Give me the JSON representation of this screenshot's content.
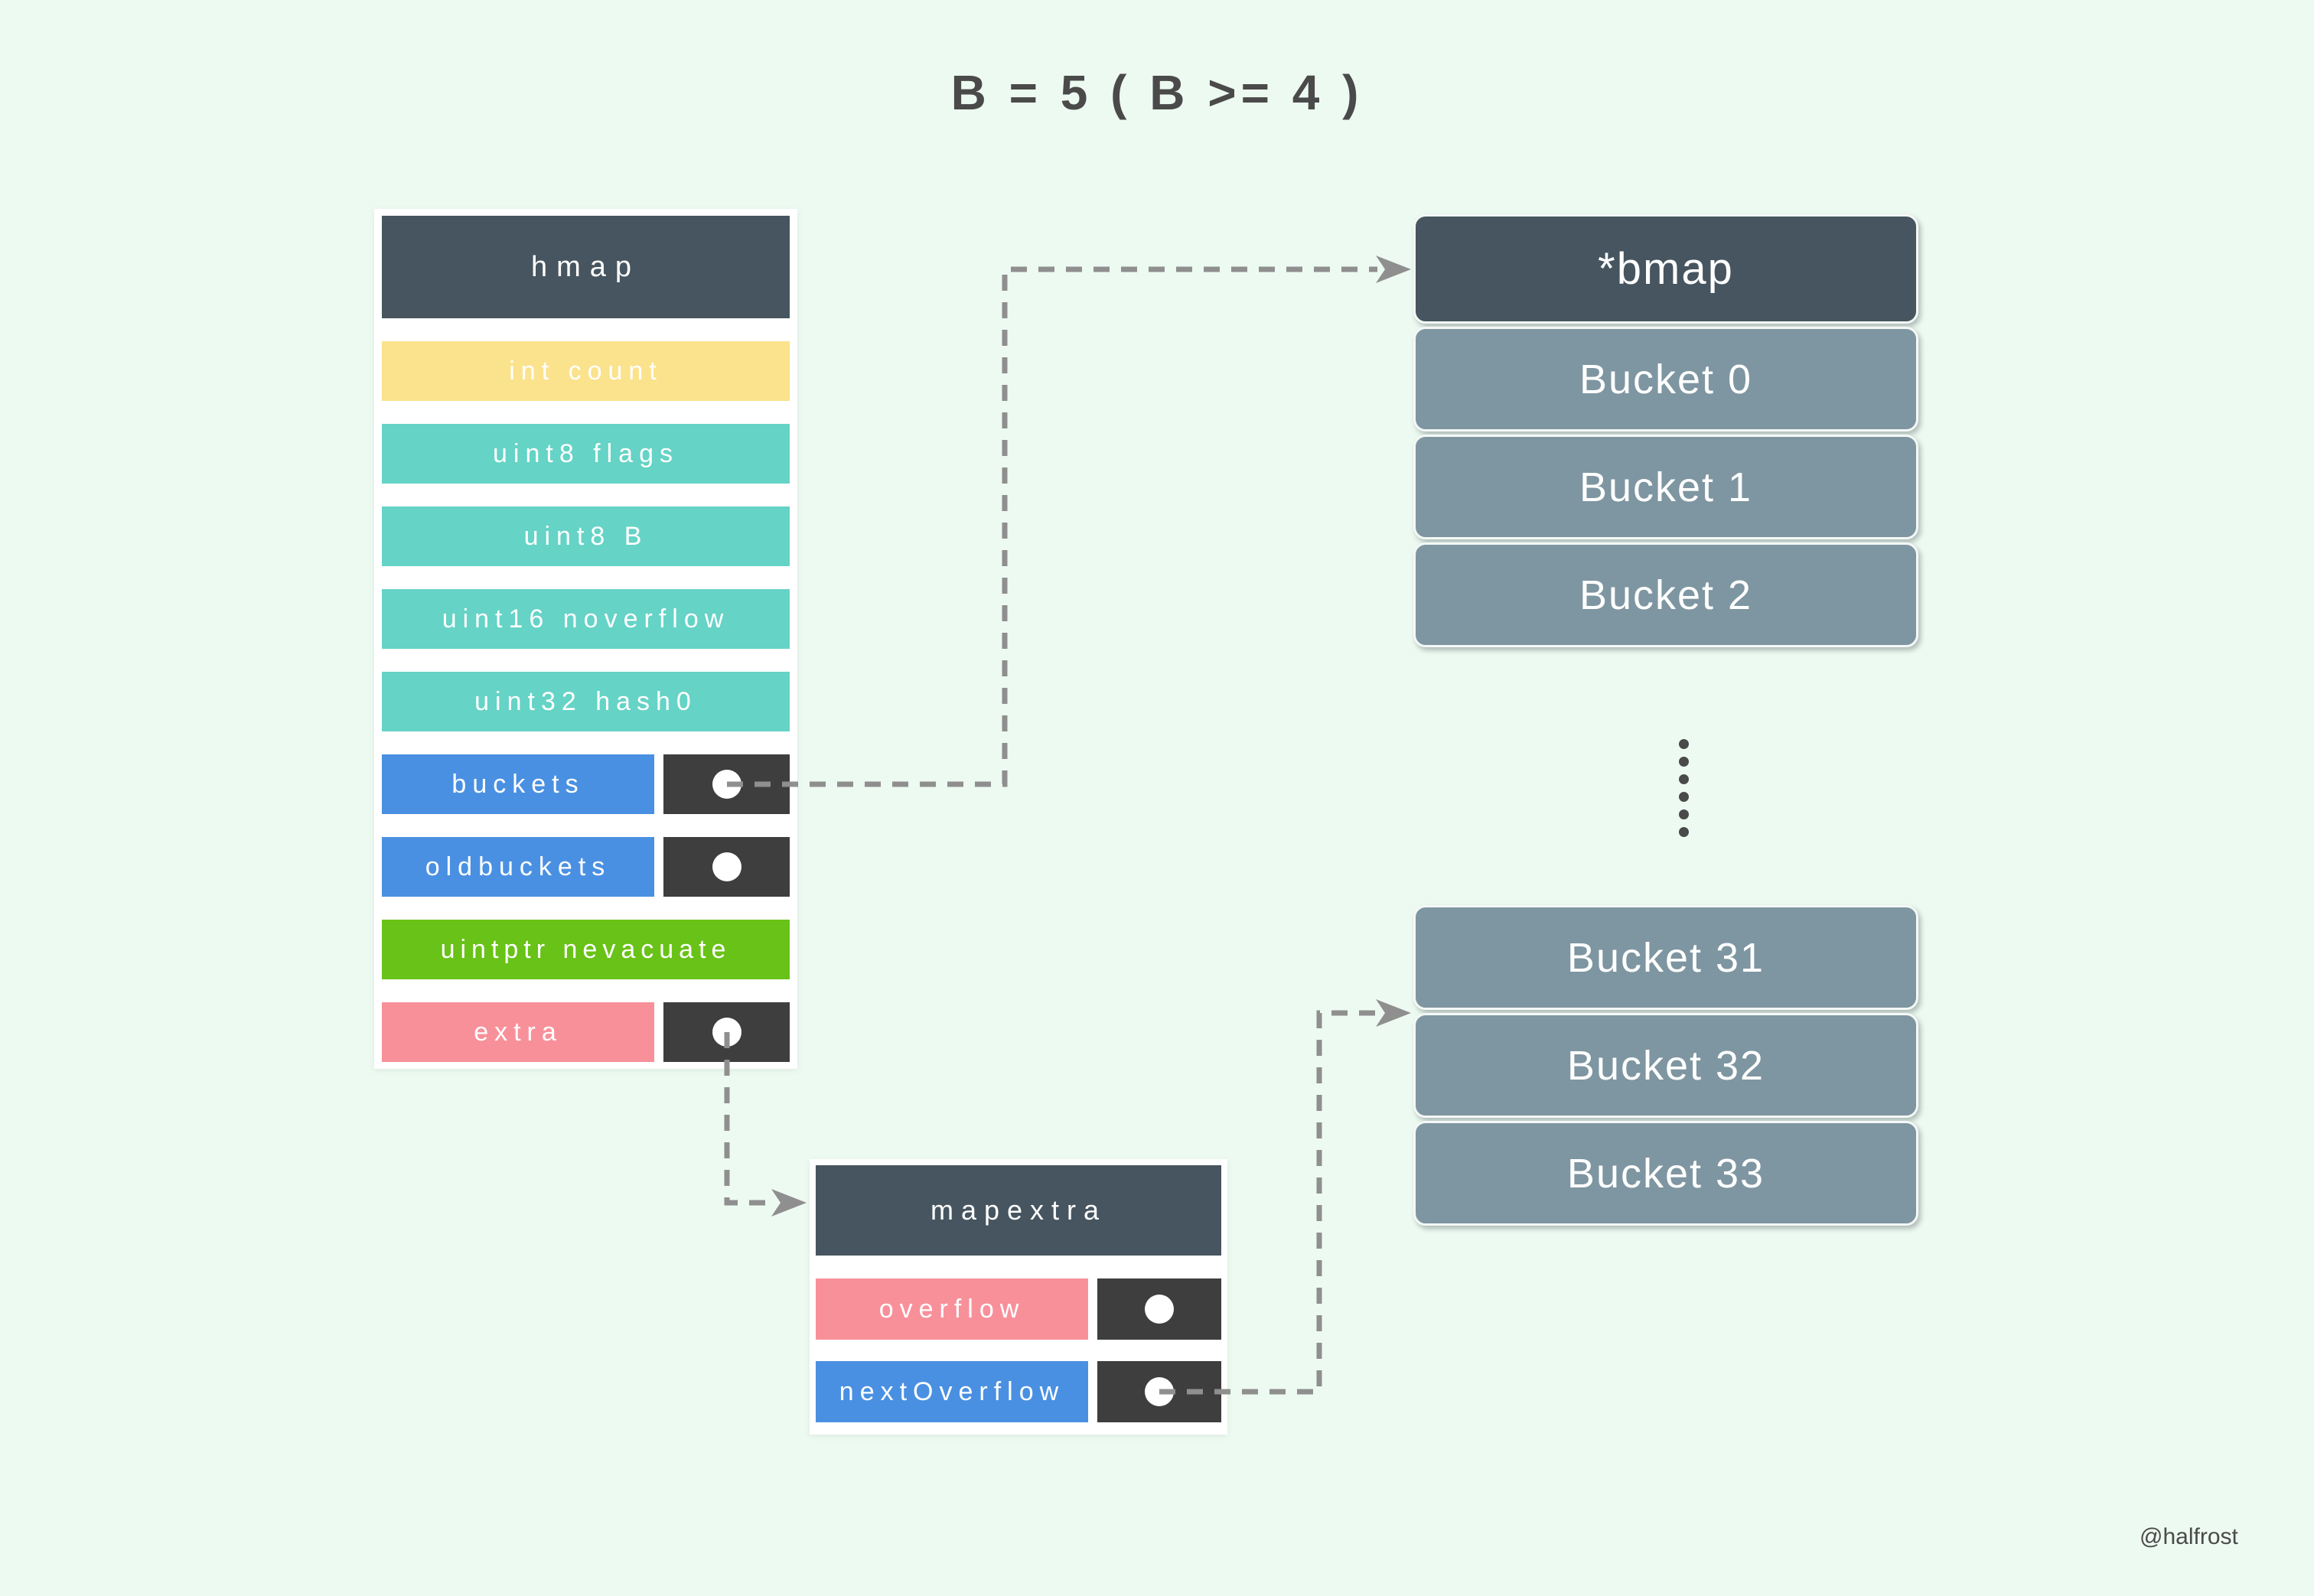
{
  "title": {
    "text": "B = 5 ( B >= 4 )"
  },
  "watermark": {
    "text": "@halfrost"
  },
  "palette": {
    "background": "#edfaf1",
    "panel": "#ffffff",
    "header_dark": "#46555f",
    "yellow": "#fbe28c",
    "teal": "#65d3c6",
    "blue": "#4a90e2",
    "green": "#68c217",
    "pink": "#f8909a",
    "pointer_cell": "#3e3e3e",
    "bucket_gray": "#7e96a1",
    "arrow": "#8f8f8f",
    "text_dark": "#4a4a4a",
    "text_light": "#ffffff"
  },
  "hmap": {
    "header": "hmap",
    "fields": [
      {
        "label": "int count",
        "color": "#fbe28c",
        "has_pointer": false
      },
      {
        "label": "uint8 flags",
        "color": "#65d3c6",
        "has_pointer": false
      },
      {
        "label": "uint8 B",
        "color": "#65d3c6",
        "has_pointer": false
      },
      {
        "label": "uint16 noverflow",
        "color": "#65d3c6",
        "has_pointer": false
      },
      {
        "label": "uint32 hash0",
        "color": "#65d3c6",
        "has_pointer": false
      },
      {
        "label": "buckets",
        "color": "#4a90e2",
        "has_pointer": true
      },
      {
        "label": "oldbuckets",
        "color": "#4a90e2",
        "has_pointer": true
      },
      {
        "label": "uintptr nevacuate",
        "color": "#68c217",
        "has_pointer": false
      },
      {
        "label": "extra",
        "color": "#f8909a",
        "has_pointer": true
      }
    ]
  },
  "bmap": {
    "header": "*bmap",
    "top_buckets": [
      "Bucket 0",
      "Bucket 1",
      "Bucket 2"
    ],
    "ellipsis_dot_count": 6,
    "bottom_buckets": [
      "Bucket 31",
      "Bucket 32",
      "Bucket 33"
    ]
  },
  "mapextra": {
    "header": "mapextra",
    "fields": [
      {
        "label": "overflow",
        "color": "#f8909a",
        "has_pointer": true
      },
      {
        "label": "nextOverflow",
        "color": "#4a90e2",
        "has_pointer": true
      }
    ]
  },
  "connections": [
    {
      "from": "hmap.buckets",
      "to": "*bmap"
    },
    {
      "from": "hmap.extra",
      "to": "mapextra"
    },
    {
      "from": "mapextra.nextOverflow",
      "to": "Bucket 32"
    }
  ]
}
